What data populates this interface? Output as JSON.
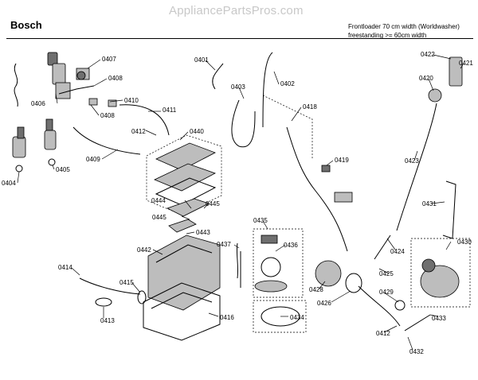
{
  "header": {
    "watermark": "AppliancePartsPros.com",
    "brand": "Bosch",
    "description_line1": "Frontloader 70 cm width (Worldwasher)",
    "description_line2": "freestanding >= 60cm width"
  },
  "part_labels": [
    "0407",
    "0408",
    "0410",
    "0411",
    "0406",
    "0408",
    "0412",
    "0440",
    "0409",
    "0404",
    "0405",
    "0401",
    "0403",
    "0402",
    "0418",
    "0419",
    "0422",
    "0421",
    "0420",
    "0423",
    "0431",
    "0444",
    "0445",
    "0445",
    "0443",
    "0442",
    "0435",
    "0436",
    "0437",
    "0414",
    "0415",
    "0413",
    "0416",
    "0434",
    "0424",
    "0425",
    "0428",
    "0426",
    "0430",
    "0429",
    "0433",
    "0412",
    "0432"
  ]
}
